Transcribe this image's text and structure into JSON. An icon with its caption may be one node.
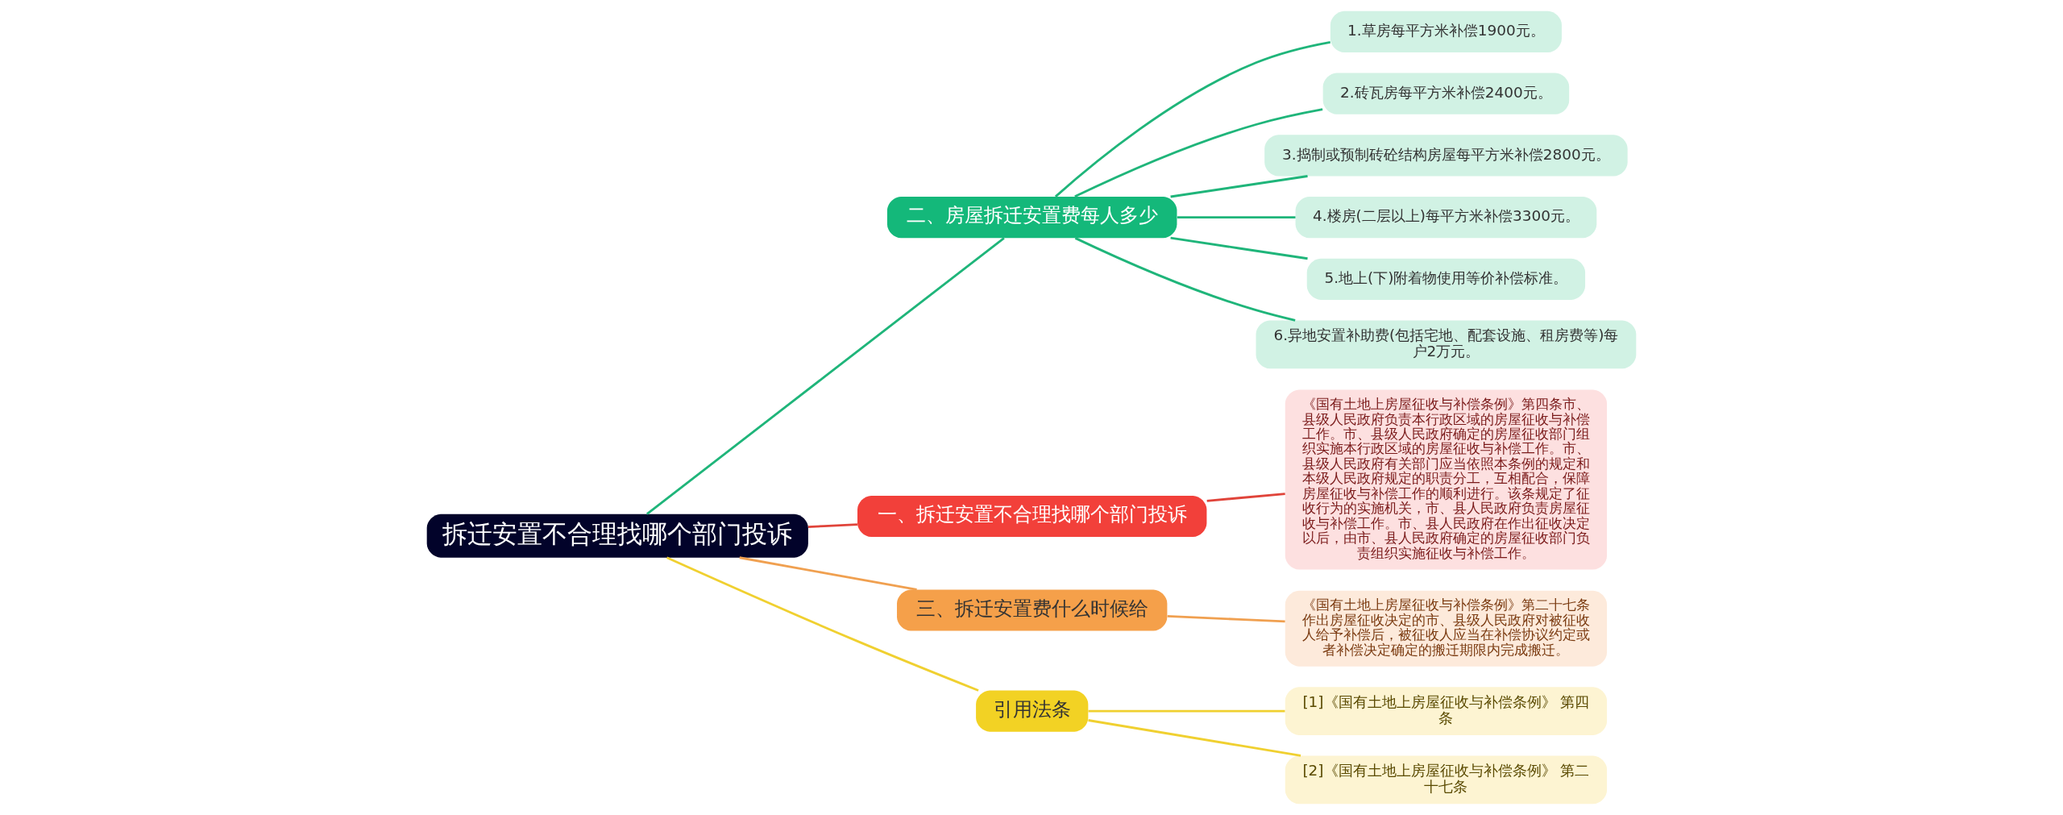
{
  "diagram": {
    "nodes": [
      {
        "text": [
          "拆迁安置不合理找哪个部门投诉"
        ]
      },
      {
        "text": [
          "二、房屋拆迁安置费每人多少"
        ]
      },
      {
        "text": [
          "1.草房每平方米补偿1900元。"
        ]
      },
      {
        "text": [
          "2.砖瓦房每平方米补偿2400元。"
        ]
      },
      {
        "text": [
          "3.捣制或预制砖砼结构房屋每平方米补偿2800元。"
        ]
      },
      {
        "text": [
          "4.楼房(二层以上)每平方米补偿3300元。"
        ]
      },
      {
        "text": [
          "5.地上(下)附着物使用等价补偿标准。"
        ]
      },
      {
        "text": [
          "6.异地安置补助费(包括宅地、配套设施、租房费等)每户2万元。"
        ]
      },
      {
        "text": [
          "一、拆迁安置不合理找哪个部门投诉"
        ]
      },
      {
        "text": [
          "《国有土地上房屋征收与补偿条例》第四条市、县级人民政府负责本行政区域的房屋征收与补偿工作。市、县级人民政府确定的房屋征收部门组织实施本行政区域的房屋征收与补偿工作。市、县级人民政府有关部门应当依照本条例的规定和本级人民政府规定的职责分工，互相配合，保障房屋征收与补偿工作的顺利进行。该条规定了征收行为的实施机关，市、县人民政府负责房屋征收与补偿工作。市、县人民政府在作出征收决定以后，由市、县人民政府确定的房屋征收部门负责组织实施征收与补偿工作。"
        ]
      },
      {
        "text": [
          "三、拆迁安置费什么时候给"
        ]
      },
      {
        "text": [
          "《国有土地上房屋征收与补偿条例》第二十七条作出房屋征收决定的市、县级人民政府对被征收人给予补偿后，被征收人应当在补偿协议约定或者补偿决定确定的搬迁期限内完成搬迁。"
        ]
      },
      {
        "text": [
          "引用法条"
        ]
      },
      {
        "text": [
          "[1]《国有土地上房屋征收与补偿条例》 第四条"
        ]
      },
      {
        "text": [
          "[2]《国有土地上房屋征收与补偿条例》 第二十七条"
        ]
      }
    ],
    "edges": [
      {
        "from": 0,
        "to": 1,
        "arrow": "none"
      },
      {
        "from": 1,
        "to": 2,
        "arrow": "none"
      },
      {
        "from": 1,
        "to": 3,
        "arrow": "none"
      },
      {
        "from": 1,
        "to": 4,
        "arrow": "none"
      },
      {
        "from": 1,
        "to": 5,
        "arrow": "none"
      },
      {
        "from": 1,
        "to": 6,
        "arrow": "none"
      },
      {
        "from": 1,
        "to": 7,
        "arrow": "none"
      },
      {
        "from": 0,
        "to": 8,
        "arrow": "none",
        "color": "#e0443a"
      },
      {
        "from": 8,
        "to": 9,
        "arrow": "none",
        "color": "#e0443a"
      },
      {
        "from": 0,
        "to": 10,
        "arrow": "none",
        "color": "#f0a050"
      },
      {
        "from": 10,
        "to": 11,
        "arrow": "none",
        "color": "#f0a050"
      },
      {
        "from": 0,
        "to": 12,
        "arrow": "none",
        "color": "#f0d030"
      },
      {
        "from": 12,
        "to": 13,
        "arrow": "none",
        "color": "#f0d030"
      },
      {
        "from": 12,
        "to": 14,
        "arrow": "none",
        "color": "#f0d030"
      }
    ]
  }
}
